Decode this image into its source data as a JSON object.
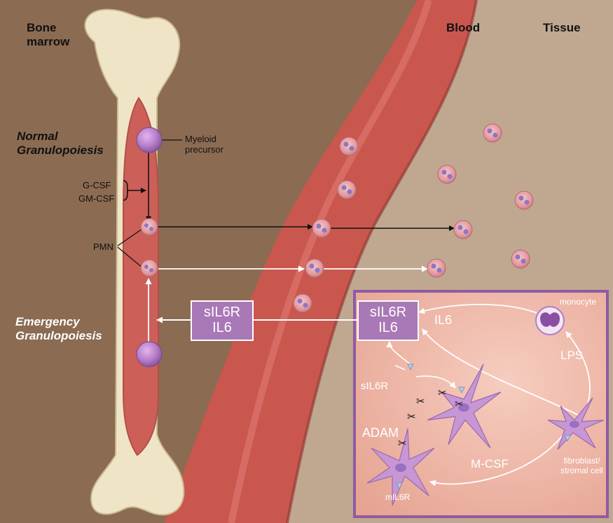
{
  "headers": {
    "bone_marrow": "Bone marrow",
    "blood": "Blood",
    "tissue": "Tissue"
  },
  "processes": {
    "normal": "Normal Granulopoiesis",
    "emergency": "Emergency Granulopoiesis"
  },
  "labels": {
    "myeloid_precursor": "Myeloid precursor",
    "g_csf": "G-CSF",
    "gm_csf": "GM-CSF",
    "pmn": "PMN",
    "monocyte": "monocyte",
    "il6": "IL6",
    "lps": "LPS",
    "sil6r": "sIL6R",
    "adam": "ADAM",
    "m_csf": "M-CSF",
    "fibroblast": "fibroblast/ stromal cell",
    "mil6r": "mIL6R"
  },
  "boxes": {
    "left": {
      "line1": "sIL6R",
      "line2": "IL6"
    },
    "right": {
      "line1": "sIL6R",
      "line2": "IL6"
    }
  },
  "colors": {
    "marrow_bg": "#8b6b52",
    "tissue_bg": "#c0a890",
    "bone": "#efe5c6",
    "vessel": "#c9574e",
    "inset": "#efb6a6",
    "box": "#a978b6",
    "cell": "#b77fca"
  }
}
